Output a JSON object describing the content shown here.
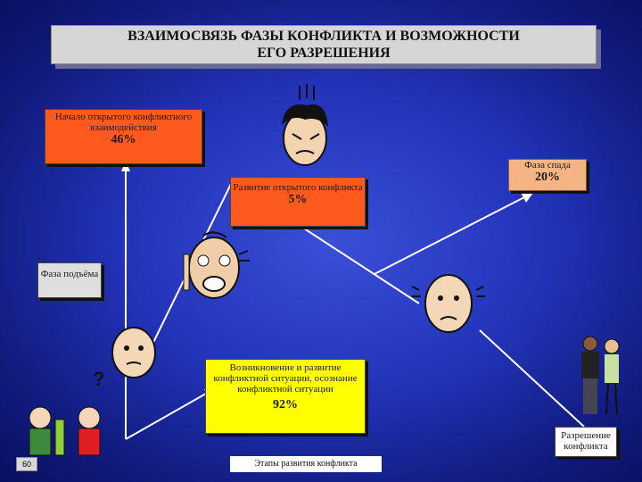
{
  "title": {
    "line1": "ВЗАИМОСВЯЗЬ ФАЗЫ КОНФЛИКТА И ВОЗМОЖНОСТИ",
    "line2": "ЕГО РАЗРЕШЕНИЯ"
  },
  "boxes": {
    "open_start": {
      "label": "Начало открытого конфликтного взаимодействия",
      "pct": "46%"
    },
    "decline": {
      "label": "Фаза спада",
      "pct": "20%"
    },
    "development": {
      "label": "Развитие открытого конфликта",
      "pct": "5%"
    },
    "rise": {
      "label": "Фаза подъёма"
    },
    "emergence": {
      "label": "Возникновение и развитие конфликтной ситуации, осознание конфликтной ситуации",
      "pct": "92%"
    },
    "resolution": {
      "label": "Разрешение конфликта"
    }
  },
  "footer": {
    "text": "Этапы развития конфликта",
    "slide_number": "60"
  },
  "colors": {
    "background": "#2233b8",
    "orange": "#ff5a1e",
    "yellow": "#ffff00",
    "gray": "#dedede",
    "peach": "#f4b483"
  }
}
